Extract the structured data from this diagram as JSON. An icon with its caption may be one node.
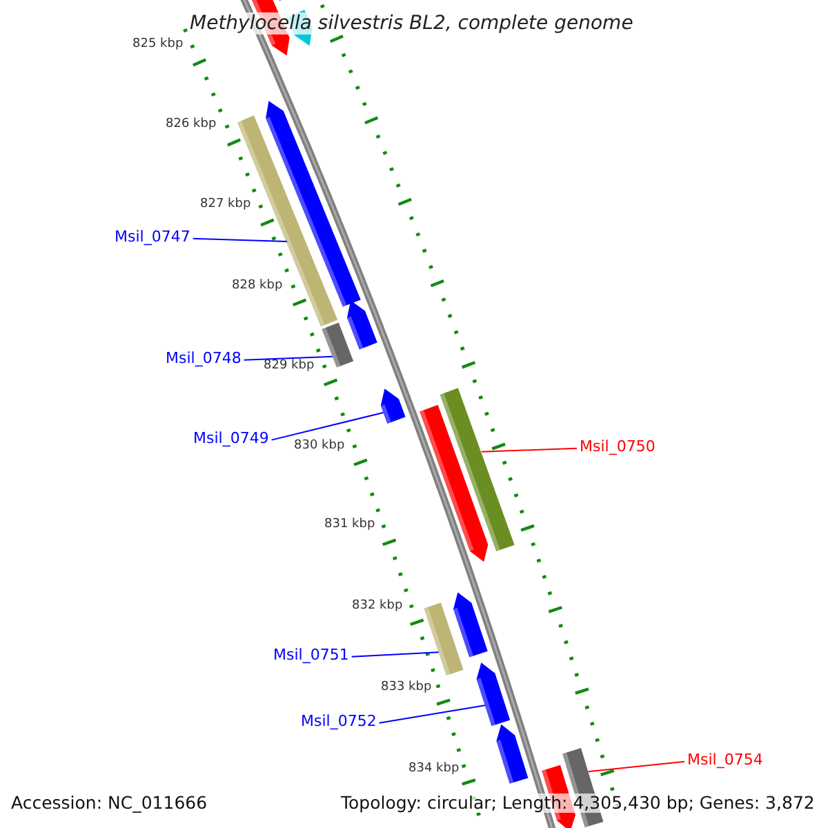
{
  "diagram": {
    "title": "Methylocella silvestris BL2, complete genome",
    "nodes": [
      {
        "text": [],
        "shape": "bar"
      },
      {
        "text": [],
        "shape": "bar"
      },
      {
        "text": [],
        "shape": "bar"
      },
      {
        "text": [],
        "shape": "bar"
      },
      {
        "text": [],
        "shape": "bar"
      },
      {
        "text": [
          "Msil_0747"
        ]
      },
      {
        "text": [],
        "shape": "bar"
      },
      {
        "text": [],
        "shape": "bar"
      },
      {
        "text": [
          "Msil_0748"
        ]
      },
      {
        "text": [],
        "shape": "bar"
      },
      {
        "text": [],
        "shape": "bar"
      },
      {
        "text": [],
        "shape": "bar"
      },
      {
        "text": [
          "Msil_0749"
        ]
      },
      {
        "text": [
          "Msil_0750"
        ]
      },
      {
        "text": [],
        "shape": "bar"
      },
      {
        "text": [],
        "shape": "bar"
      },
      {
        "text": [
          "Msil_0751"
        ]
      },
      {
        "text": [],
        "shape": "bar"
      },
      {
        "text": [],
        "shape": "bar"
      },
      {
        "text": [
          "Msil_0752"
        ]
      },
      {
        "text": [
          "Msil_0754"
        ]
      },
      {
        "text": [],
        "shape": "bar"
      },
      {
        "text": [],
        "shape": "bar"
      }
    ],
    "edges": [
      {
        "from": 5,
        "to": 4,
        "arrow": "none"
      },
      {
        "from": 8,
        "to": 7,
        "arrow": "none"
      },
      {
        "from": 12,
        "to": 9,
        "arrow": "none"
      },
      {
        "from": 13,
        "to": 10,
        "arrow": "none",
        "color": "#ff0000"
      },
      {
        "from": 16,
        "to": 15,
        "arrow": "none"
      },
      {
        "from": 19,
        "to": 17,
        "arrow": "none"
      },
      {
        "from": 20,
        "to": 21,
        "arrow": "none",
        "color": "#ff0000"
      }
    ],
    "labels": [
      "825 kbp",
      "826 kbp",
      "827 kbp",
      "828 kbp",
      "829 kbp",
      "830 kbp",
      "831 kbp",
      "832 kbp",
      "833 kbp",
      "834 kbp",
      "Accession: NC_011666",
      "Topology: circular; Length: 4,305,430 bp; Genes: 3,872"
    ]
  }
}
